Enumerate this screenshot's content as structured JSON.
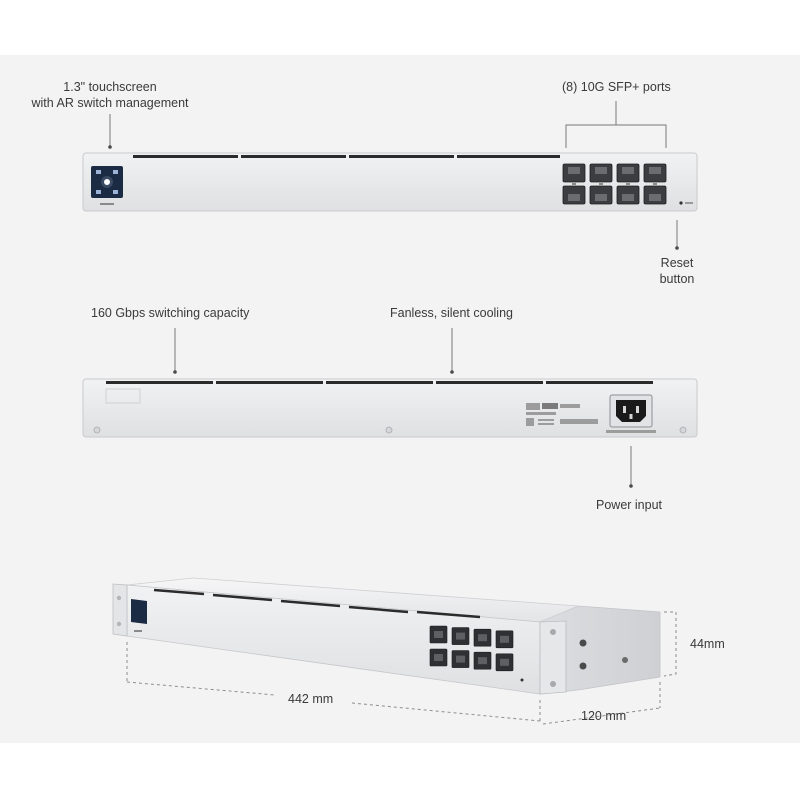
{
  "callouts": {
    "touchscreen_line1": "1.3\" touchscreen",
    "touchscreen_line2": "with AR switch management",
    "sfp_ports": "(8) 10G SFP+ ports",
    "reset_line1": "Reset",
    "reset_line2": "button",
    "switching_capacity": "160 Gbps switching capacity",
    "cooling": "Fanless, silent cooling",
    "power_input": "Power input"
  },
  "dimensions": {
    "width": "442 mm",
    "depth": "120 mm",
    "height": "44mm"
  },
  "colors": {
    "background": "#f3f3f3",
    "chassis": "#e6e7e9",
    "leader_line": "#7a7a7a",
    "screen": "#1c2b44"
  }
}
